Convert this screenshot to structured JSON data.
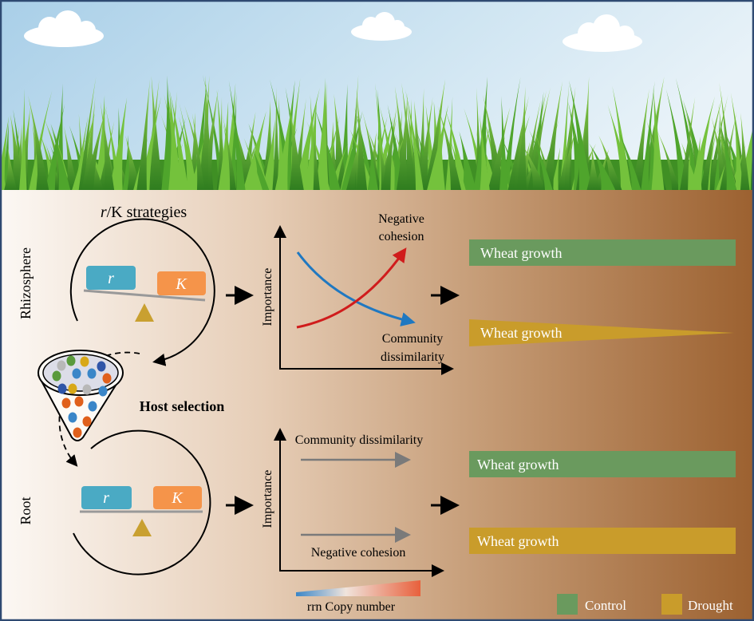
{
  "rhizosphere": {
    "side_label": "Rhizosphere",
    "title_r": "r",
    "title_rest": "/K strategies",
    "r_label": "r",
    "k_label": "K"
  },
  "host_selection": "Host selection",
  "root": {
    "side_label": "Root",
    "r_label": "r",
    "k_label": "K"
  },
  "top_plot": {
    "ylabel": "Importance",
    "neg_cohesion_line1": "Negative",
    "neg_cohesion_line2": "cohesion",
    "comm_diss_line1": "Community",
    "comm_diss_line2": "dissimilarity"
  },
  "bottom_plot": {
    "ylabel": "Importance",
    "comm_diss": "Community dissimilarity",
    "neg_cohesion": "Negative cohesion",
    "xlabel": "rrn Copy number"
  },
  "growth": {
    "rhizo_control": "Wheat growth",
    "rhizo_drought": "Wheat growth",
    "root_control": "Wheat growth",
    "root_drought": "Wheat growth"
  },
  "legend": {
    "control": "Control",
    "drought": "Drought"
  },
  "colors": {
    "control": "#6a9a5e",
    "drought": "#c99c2b",
    "r": "#4aaac4",
    "k": "#f5944a",
    "red": "#d01c1c",
    "blue": "#1f78c1"
  }
}
